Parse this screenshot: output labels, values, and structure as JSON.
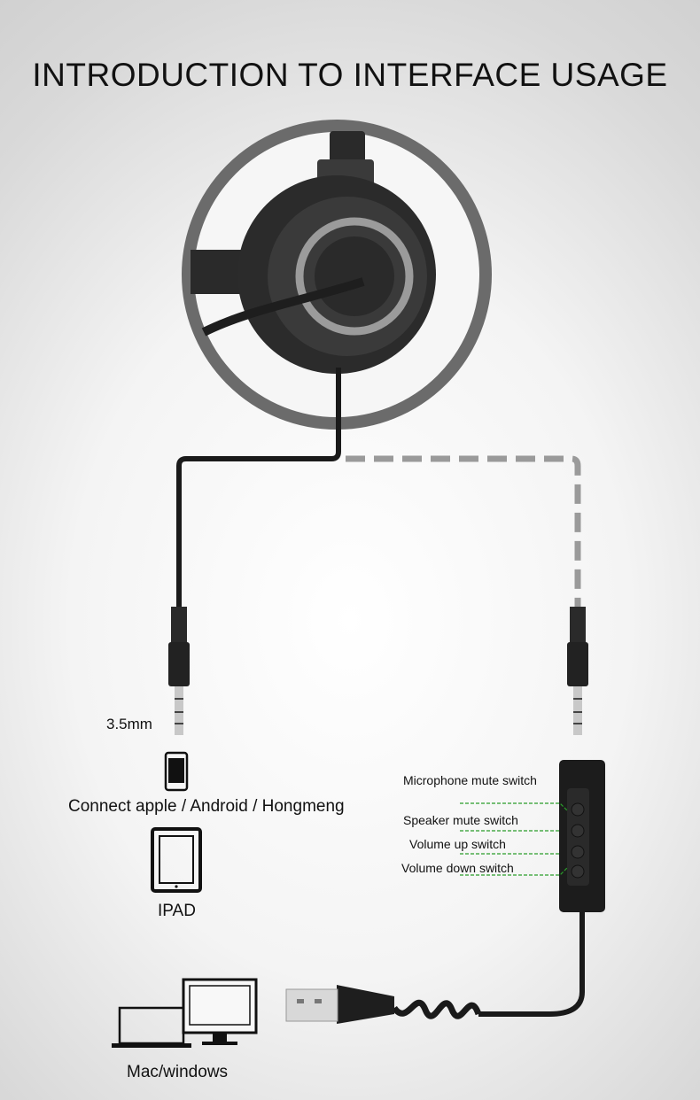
{
  "title": "INTRODUCTION TO INTERFACE USAGE",
  "jack_label": "3.5mm",
  "phone_label": "Connect apple / Android / Hongmeng",
  "ipad_label": "IPAD",
  "computer_label": "Mac/windows",
  "switches": [
    {
      "label": "Microphone mute switch"
    },
    {
      "label": "Speaker mute switch"
    },
    {
      "label": "Volume up switch"
    },
    {
      "label": "Volume down switch"
    }
  ],
  "colors": {
    "leader_line": "#2a9d2a",
    "cable": "#1a1a1a",
    "dashed_cable": "#9a9a9a"
  }
}
